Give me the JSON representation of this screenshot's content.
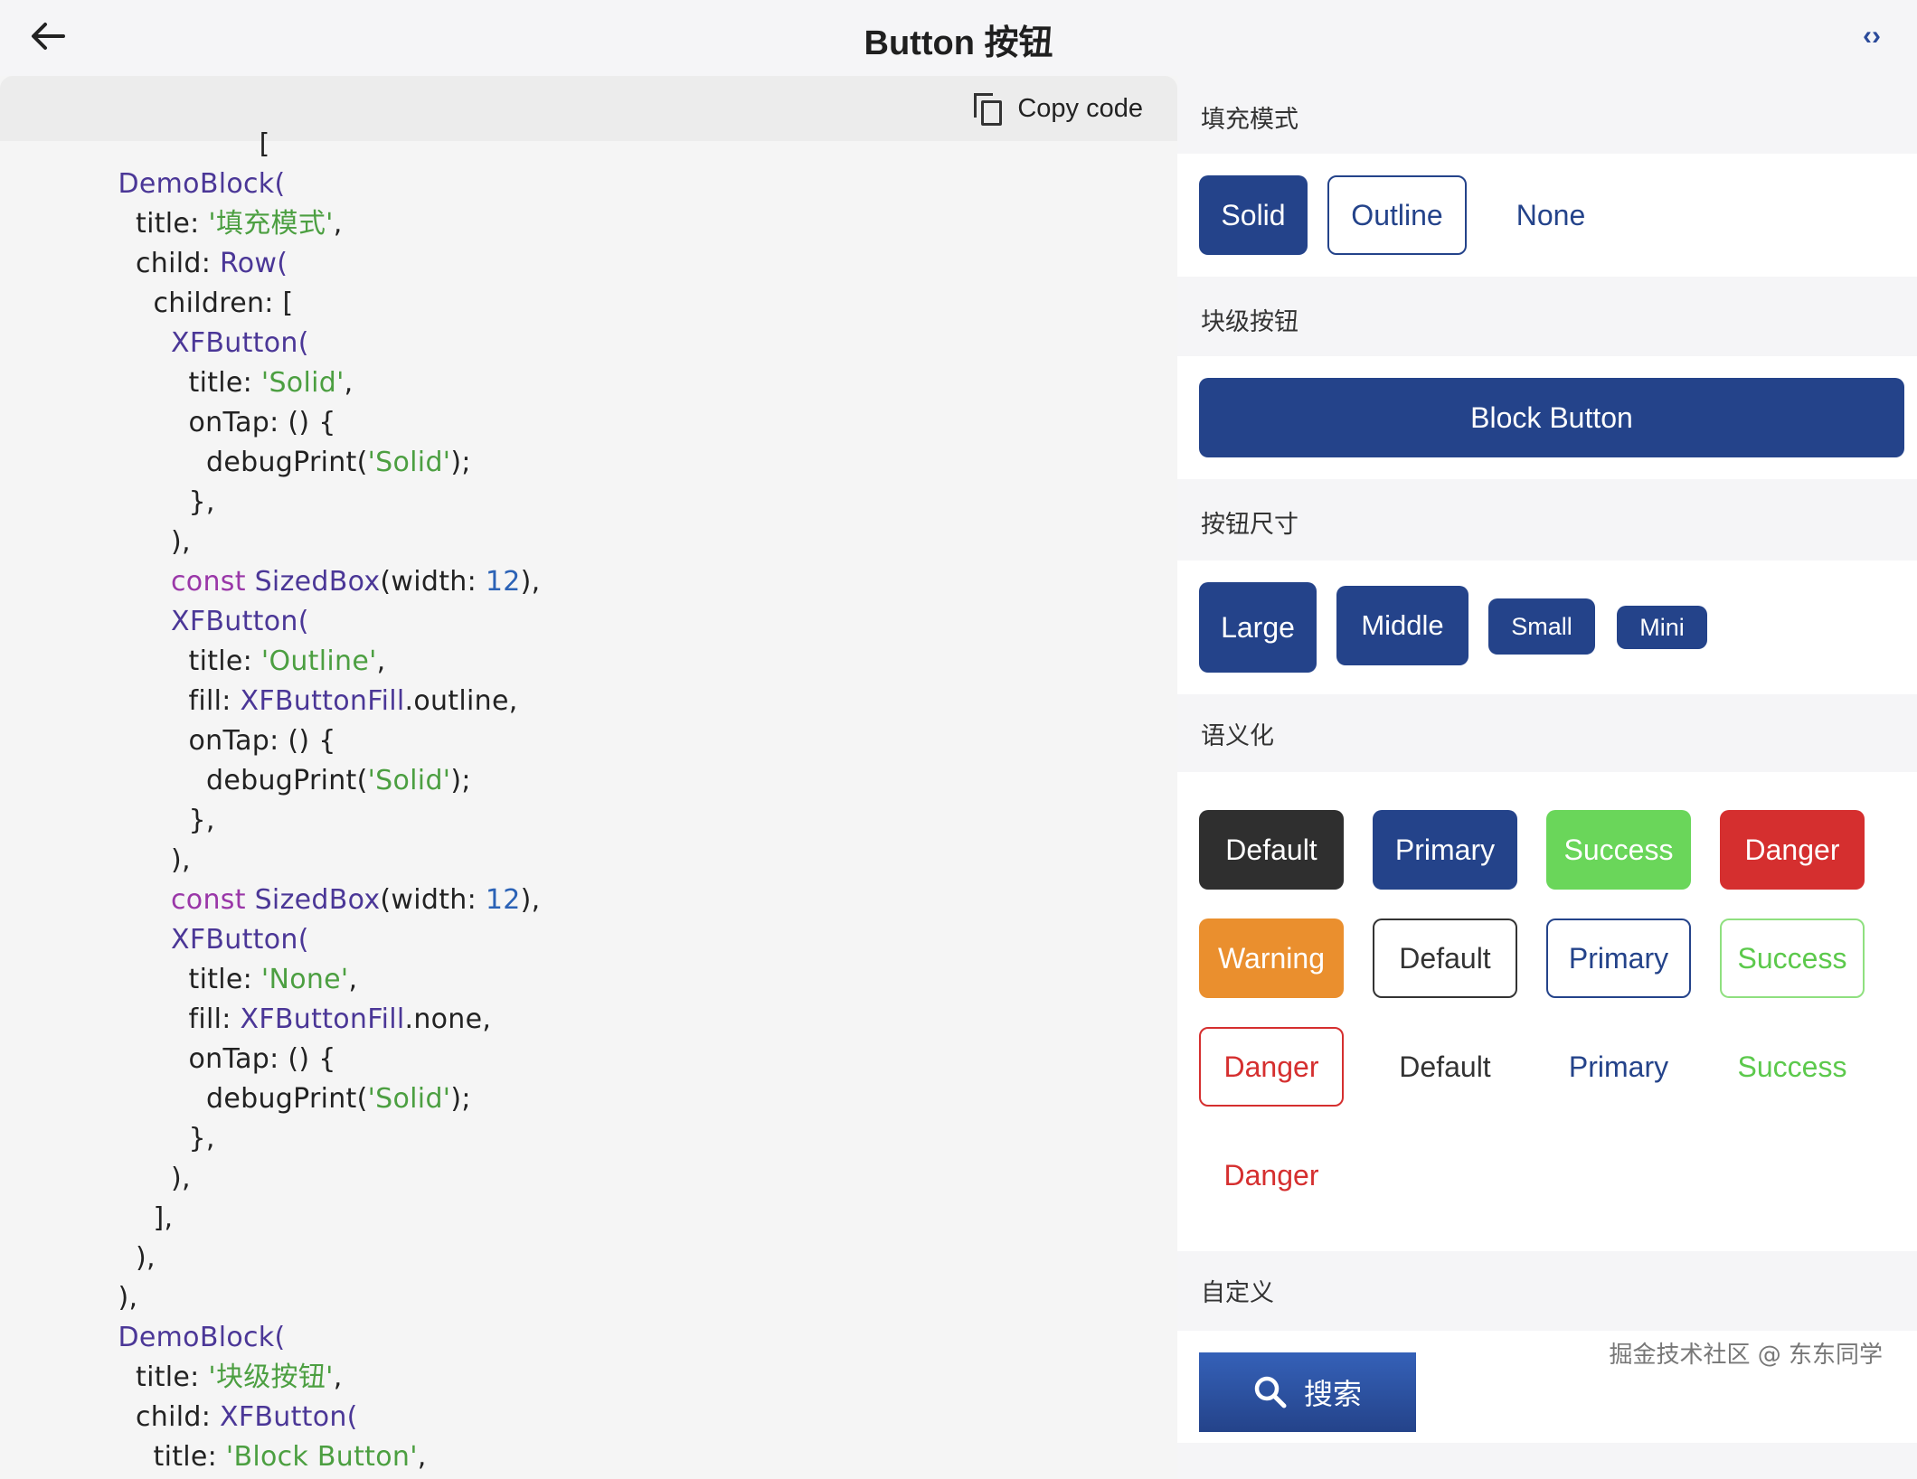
{
  "appbar": {
    "title": "Button 按钮",
    "toggle_glyph": "‹›"
  },
  "code_panel": {
    "copy_label": "Copy code",
    "lines": [
      [
        {
          "t": "  ["
        }
      ],
      [
        {
          "t": "DemoBlock(",
          "c": "cls"
        }
      ],
      [
        {
          "t": "title: "
        },
        {
          "t": "'填充模式'",
          "c": "str"
        },
        {
          "t": ","
        }
      ],
      [
        {
          "t": "child: "
        },
        {
          "t": "Row(",
          "c": "cls"
        }
      ],
      [
        {
          "t": "children: ["
        }
      ],
      [
        {
          "t": "XFButton(",
          "c": "cls"
        }
      ],
      [
        {
          "t": "title: "
        },
        {
          "t": "'Solid'",
          "c": "str"
        },
        {
          "t": ","
        }
      ],
      [
        {
          "t": "onTap: () {"
        }
      ],
      [
        {
          "t": "debugPrint("
        },
        {
          "t": "'Solid'",
          "c": "str"
        },
        {
          "t": ");"
        }
      ],
      [
        {
          "t": "},"
        }
      ],
      [
        {
          "t": "),"
        }
      ],
      [
        {
          "t": "const ",
          "c": "kw"
        },
        {
          "t": "SizedBox",
          "c": "cls"
        },
        {
          "t": "(width: "
        },
        {
          "t": "12",
          "c": "num"
        },
        {
          "t": "),"
        }
      ],
      [
        {
          "t": "XFButton(",
          "c": "cls"
        }
      ],
      [
        {
          "t": "title: "
        },
        {
          "t": "'Outline'",
          "c": "str"
        },
        {
          "t": ","
        }
      ],
      [
        {
          "t": "fill: "
        },
        {
          "t": "XFButtonFill",
          "c": "cls"
        },
        {
          "t": ".outline,"
        }
      ],
      [
        {
          "t": "onTap: () {"
        }
      ],
      [
        {
          "t": "debugPrint("
        },
        {
          "t": "'Solid'",
          "c": "str"
        },
        {
          "t": ");"
        }
      ],
      [
        {
          "t": "},"
        }
      ],
      [
        {
          "t": "),"
        }
      ],
      [
        {
          "t": "const ",
          "c": "kw"
        },
        {
          "t": "SizedBox",
          "c": "cls"
        },
        {
          "t": "(width: "
        },
        {
          "t": "12",
          "c": "num"
        },
        {
          "t": "),"
        }
      ],
      [
        {
          "t": "XFButton(",
          "c": "cls"
        }
      ],
      [
        {
          "t": "title: "
        },
        {
          "t": "'None'",
          "c": "str"
        },
        {
          "t": ","
        }
      ],
      [
        {
          "t": "fill: "
        },
        {
          "t": "XFButtonFill",
          "c": "cls"
        },
        {
          "t": ".none,"
        }
      ],
      [
        {
          "t": "onTap: () {"
        }
      ],
      [
        {
          "t": "debugPrint("
        },
        {
          "t": "'Solid'",
          "c": "str"
        },
        {
          "t": ");"
        }
      ],
      [
        {
          "t": "},"
        }
      ],
      [
        {
          "t": "),"
        }
      ],
      [
        {
          "t": "],"
        }
      ],
      [
        {
          "t": "),"
        }
      ],
      [
        {
          "t": "),"
        }
      ],
      [
        {
          "t": "DemoBlock(",
          "c": "cls"
        }
      ],
      [
        {
          "t": "title: "
        },
        {
          "t": "'块级按钮'",
          "c": "str"
        },
        {
          "t": ","
        }
      ],
      [
        {
          "t": "child: "
        },
        {
          "t": "XFButton(",
          "c": "cls"
        }
      ],
      [
        {
          "t": "title: "
        },
        {
          "t": "'Block Button'",
          "c": "str"
        },
        {
          "t": ","
        }
      ]
    ]
  },
  "demo": {
    "sections": {
      "fill_mode": "填充模式",
      "block": "块级按钮",
      "size": "按钮尺寸",
      "semantic": "语义化",
      "custom": "自定义"
    },
    "fill_mode_buttons": [
      "Solid",
      "Outline",
      "None"
    ],
    "block_button": "Block Button",
    "size_buttons": [
      "Large",
      "Middle",
      "Small",
      "Mini"
    ],
    "semantic_buttons": [
      "Default",
      "Primary",
      "Success",
      "Danger",
      "Warning",
      "Default",
      "Primary",
      "Success",
      "Danger",
      "Default",
      "Primary",
      "Success",
      "Danger"
    ],
    "search_button": "搜索",
    "search_icon": "search-icon"
  },
  "watermark": "掘金技术社区 @ 东东同学",
  "colors": {
    "primary": "#24438a",
    "success": "#6ad65a",
    "danger": "#d52f2f",
    "warning": "#ea8f2e",
    "default": "#2f2f2f",
    "code_class": "#4b3797",
    "code_string": "#4c9f41",
    "code_number": "#2b62b6",
    "code_keyword": "#9a37a8"
  }
}
